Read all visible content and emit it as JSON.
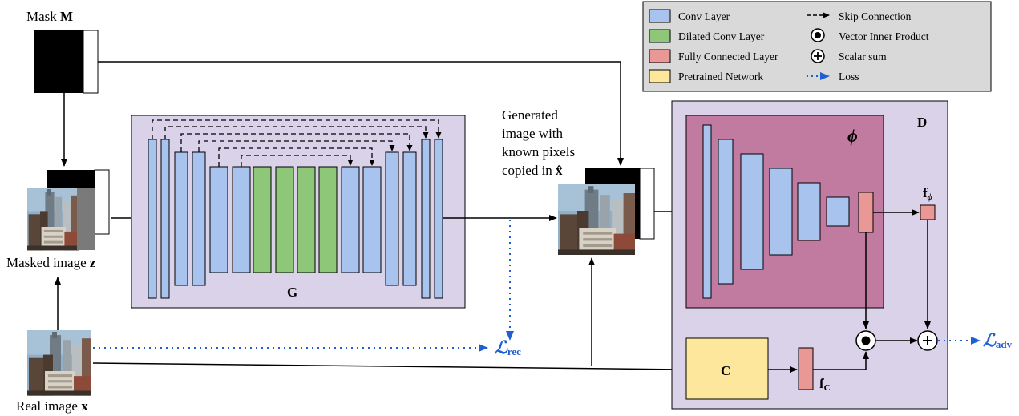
{
  "mask": {
    "label_prefix": "Mask ",
    "label_var": "M"
  },
  "masked_image": {
    "label_prefix": "Masked image ",
    "label_var": "z"
  },
  "real_image": {
    "label_prefix": "Real image ",
    "label_var": "x"
  },
  "generator": {
    "label": "G"
  },
  "generated_text": {
    "line1": "Generated",
    "line2": "image with",
    "line3": "known pixels",
    "line4_prefix": "copied in ",
    "line4_var": "x̂"
  },
  "discriminator": {
    "label": "D",
    "feature_net_label": "ϕ",
    "feature_out_label": "f",
    "feature_out_sub": "ϕ"
  },
  "context_net": {
    "label": "C",
    "out_label": "f",
    "out_sub": "C"
  },
  "losses": {
    "rec_main": "ℒ",
    "rec_sub": "rec",
    "adv_main": "ℒ",
    "adv_sub": "adv"
  },
  "legend": {
    "conv": "Conv Layer",
    "dilated": "Dilated Conv Layer",
    "fc": "Fully Connected Layer",
    "pretrained": "Pretrained Network",
    "skip": "Skip Connection",
    "inner": "Vector Inner Product",
    "sum": "Scalar sum",
    "loss": "Loss"
  },
  "colors": {
    "conv": "#a9c3ef",
    "dilated": "#8fc779",
    "fc": "#ea9896",
    "pretrained": "#fde79c",
    "panel": "#d9d2e9",
    "phi_panel": "#c27ba0",
    "legend_bg": "#d9d9d9",
    "loss_blue": "#1f5fd1"
  }
}
